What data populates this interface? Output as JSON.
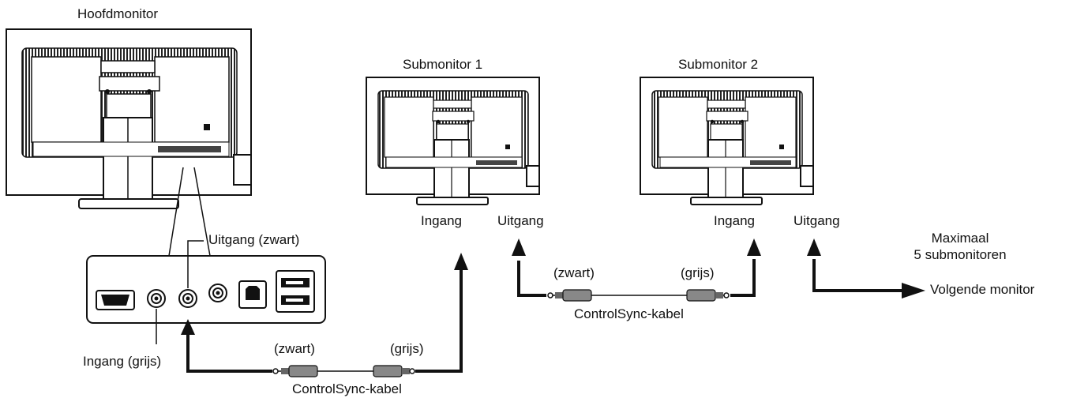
{
  "monitors": {
    "main": "Hoofdmonitor",
    "sub1": "Submonitor 1",
    "sub2": "Submonitor 2"
  },
  "ports": {
    "out_black": "Uitgang (zwart)",
    "in_grey": "Ingang (grijs)",
    "sub1_in": "Ingang",
    "sub1_out": "Uitgang",
    "sub2_in": "Ingang",
    "sub2_out": "Uitgang"
  },
  "cables": {
    "cable1_black": "(zwart)",
    "cable1_grey": "(grijs)",
    "cable1_name": "ControlSync-kabel",
    "cable2_black": "(zwart)",
    "cable2_grey": "(grijs)",
    "cable2_name": "ControlSync-kabel"
  },
  "notes": {
    "max_line1": "Maximaal",
    "max_line2": "5 submonitoren",
    "next_monitor": "Volgende monitor"
  }
}
